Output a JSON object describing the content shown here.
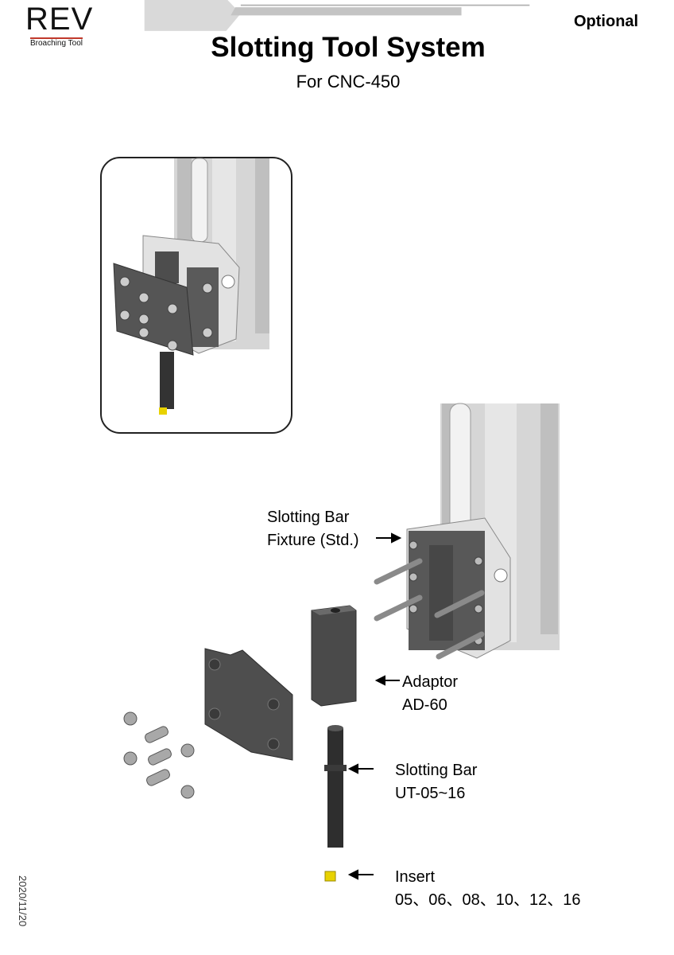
{
  "header": {
    "logo": {
      "text": "REV",
      "subtitle": "Broaching Tool"
    },
    "optional_label": "Optional",
    "title": "Slotting Tool System",
    "subtitle": "For CNC-450"
  },
  "callouts": {
    "fixture": {
      "line1": "Slotting Bar",
      "line2": "Fixture (Std.)"
    },
    "adaptor": {
      "line1": "Adaptor",
      "line2": "AD-60"
    },
    "bar": {
      "line1": "Slotting Bar",
      "line2": "UT-05~16"
    },
    "insert": {
      "line1": "Insert",
      "line2": "05、06、08、10、12、16"
    }
  },
  "footer": {
    "date": "2020/11/20"
  },
  "colors": {
    "header_gray": "#c8c8c8",
    "insert_yellow": "#e8d200",
    "rail_gray": "#d4d4d4",
    "dark_part": "#4a4a4a"
  }
}
